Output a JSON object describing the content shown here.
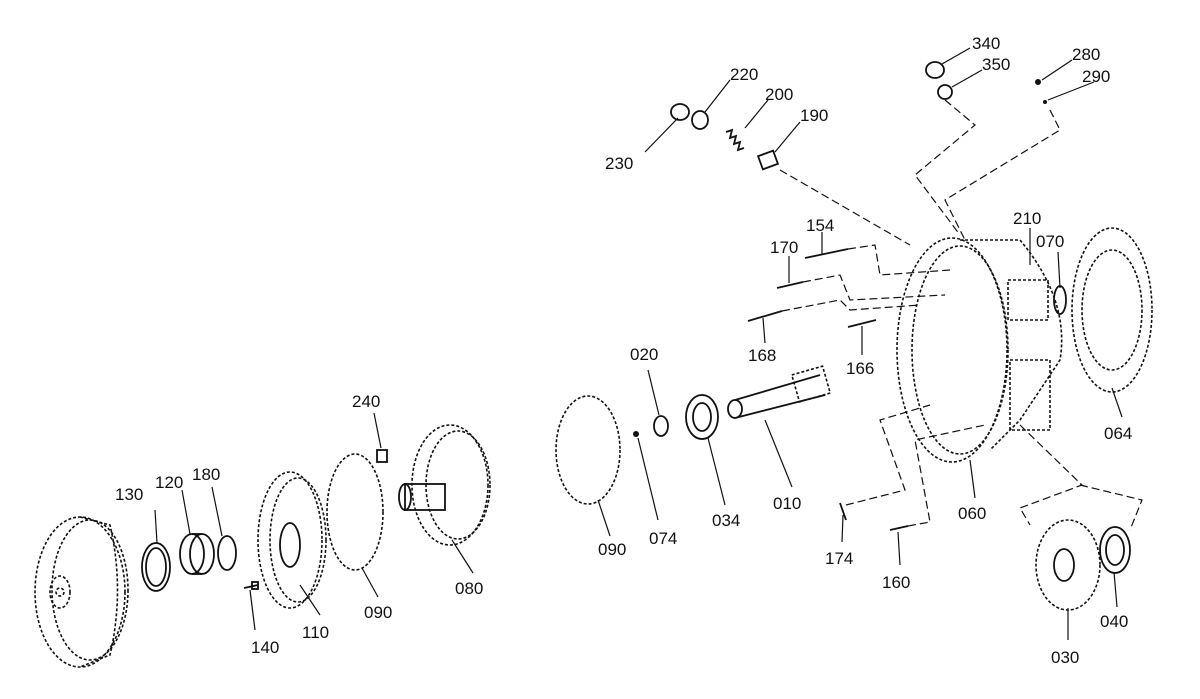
{
  "labels": {
    "p010": "010",
    "p020": "020",
    "p030": "030",
    "p034": "034",
    "p040": "040",
    "p060": "060",
    "p064": "064",
    "p070": "070",
    "p074": "074",
    "p080": "080",
    "p090a": "090",
    "p090b": "090",
    "p110": "110",
    "p120": "120",
    "p130": "130",
    "p140": "140",
    "p154": "154",
    "p160": "160",
    "p166": "166",
    "p168": "168",
    "p170": "170",
    "p174": "174",
    "p180": "180",
    "p190": "190",
    "p200": "200",
    "p210": "210",
    "p220": "220",
    "p230": "230",
    "p240": "240",
    "p280": "280",
    "p290": "290",
    "p340": "340",
    "p350": "350"
  }
}
